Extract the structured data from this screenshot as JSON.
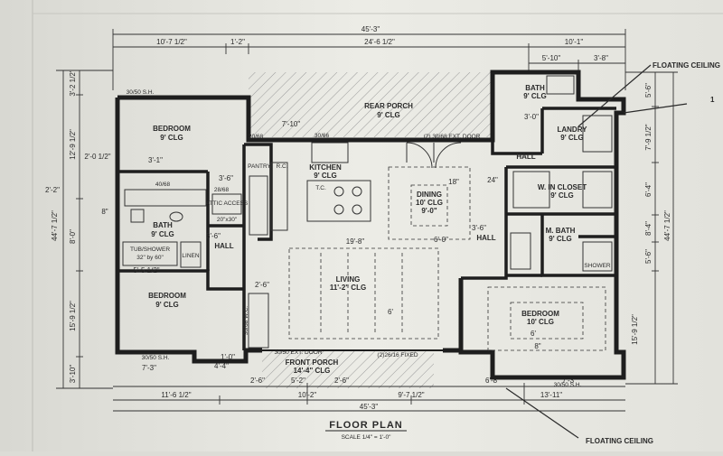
{
  "title": "FLOOR PLAN",
  "scale": "SCALE 1/4\" = 1'-0\"",
  "notes": {
    "floating_ceiling_top": "FLOATING CEILING",
    "floating_ceiling_bottom": "FLOATING CEILING",
    "callout_1": "1"
  },
  "rooms": {
    "bedroom_nw": {
      "name": "BEDROOM",
      "clg": "9' CLG"
    },
    "bedroom_sw": {
      "name": "BEDROOM",
      "clg": "9' CLG"
    },
    "bath_w": {
      "name": "BATH",
      "clg": "9' CLG"
    },
    "bath_ne": {
      "name": "BATH",
      "clg": "9' CLG"
    },
    "rear_porch": {
      "name": "REAR PORCH",
      "clg": "9' CLG"
    },
    "kitchen": {
      "name": "KITCHEN",
      "clg": "9' CLG"
    },
    "dining": {
      "name": "DINING",
      "clg": "10' CLG",
      "size": "9'-0\""
    },
    "living": {
      "name": "LIVING",
      "clg": "11'-2\" CLG"
    },
    "front_porch": {
      "name": "FRONT PORCH",
      "clg": "14'-4\" CLG"
    },
    "laundry": {
      "name": "LANDRY",
      "clg": "9' CLG"
    },
    "closet": {
      "name": "W. IN CLOSET",
      "clg": "9' CLG"
    },
    "master_bath": {
      "name": "M. BATH",
      "clg": "9' CLG"
    },
    "master_bed": {
      "name": "BEDROOM",
      "clg": "10' CLG"
    },
    "hall_w": {
      "name": "HALL"
    },
    "hall_e": {
      "name": "HALL"
    },
    "hall_ne": {
      "name": "HALL"
    }
  },
  "labels": {
    "pantry": "PANTRY",
    "rc": "R.C.",
    "tc": "T.C.",
    "linen": "LINEN",
    "attic": "ATTIC ACCESS",
    "attic_size": "20\"x30\"",
    "tub": "TUB/SHOWER",
    "tub_size": "32\" by 60\"",
    "shower": "SHOWER",
    "ext_door": "(2) 30/68 EXT. DOOR",
    "window_top": "30/50 S.H.",
    "window_bed": "30/50 S.H.",
    "window_front": "30/50 EXT. DOOR",
    "window_front2": "(2)26/16 FIXED",
    "door_4068": "40/68",
    "door_2868": "28/68",
    "window_3066": "30/66",
    "door_2068": "20/68",
    "closet_lbl": "30/68 W.C.",
    "window_r": "30/50 S.H."
  },
  "dims": {
    "overall_top": "45'-3\"",
    "top_a": "10'-7 1/2\"",
    "top_b": "1'-2\"",
    "top_c": "24'-6 1/2\"",
    "top_d": "10'-1\"",
    "top_e": "5'-10\"",
    "top_f": "3'-8\"",
    "left_total": "44'-7 1/2\"",
    "left_a": "3'-2 1/2\"",
    "left_b": "12'-9 1/2\"",
    "left_c": "8'-0\"",
    "left_d": "15'-9 1/2\"",
    "left_e": "3'-10\"",
    "right_total": "44'-7 1/2\"",
    "right_a": "5'-6\"",
    "right_b": "7'-9 1/2\"",
    "right_c": "6'-4\"",
    "right_d": "8'-4\"",
    "right_e": "5'-6\"",
    "right_f": "15'-9 1/2\"",
    "bottom_total": "45'-3\"",
    "bot_a": "11'-6 1/2\"",
    "bot_b": "10'-2\"",
    "bot_c": "9'-7 1/2\"",
    "bot_d": "13'-11\"",
    "bot_e": "2'-6\"",
    "bot_f": "5'-2\"",
    "bot_g": "2'-6\"",
    "bot_h": "6'-8\"",
    "bot_i": "7'-3\"",
    "in_a": "2'-0 1/2\"",
    "in_b": "2'-2\"",
    "in_c": "8\"",
    "in_d": "3'-1\"",
    "in_e": "3'-6\"",
    "in_f": "3'-6\"",
    "in_g": "5'-5 1/2\"",
    "in_h": "2'-6\"",
    "in_i": "7'-10\"",
    "in_j": "19'-8\"",
    "in_k": "7'-3\"",
    "in_l": "4'-4\"",
    "in_m": "1'-0\"",
    "in_n": "3'-0\"",
    "in_o": "6'-0\"",
    "in_p": "6'",
    "in_q": "8\"",
    "in_r": "18\"",
    "in_s": "24\"",
    "in_t": "3'-6\"",
    "in_u": "6'"
  }
}
